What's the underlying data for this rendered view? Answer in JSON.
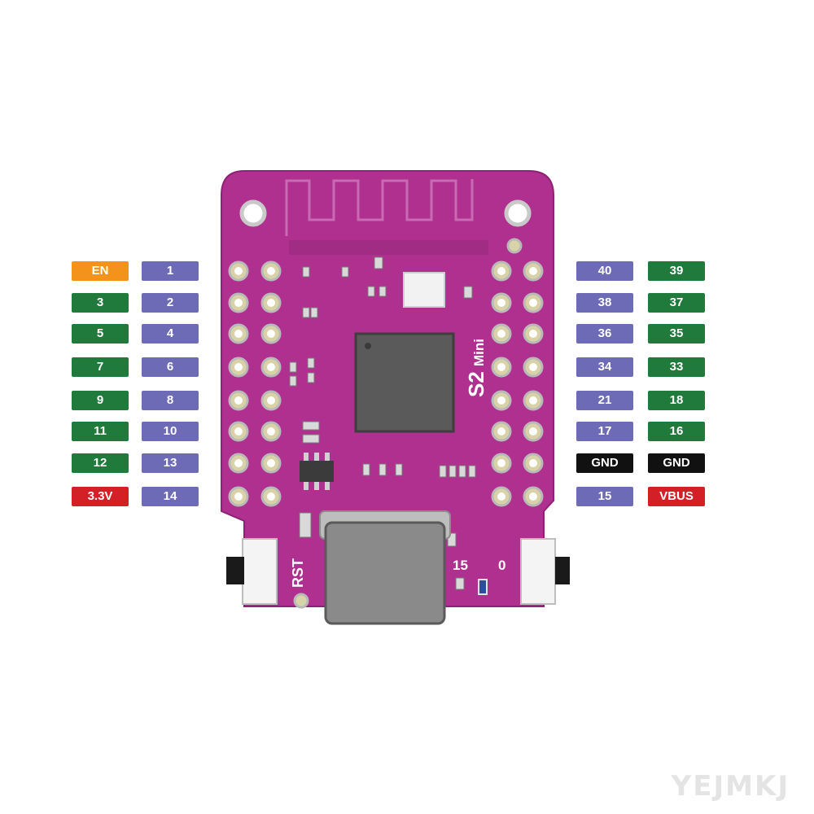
{
  "colors": {
    "gpio": "#6d6bb5",
    "control": "#1f7a3c",
    "en": "#f3931b",
    "power": "#d32026",
    "ground": "#111111",
    "pcb": "#b0308f",
    "pcb_edge": "#8e2176"
  },
  "board": {
    "silk_model": "S2",
    "silk_variant": "Mini",
    "reset_label": "RST",
    "led_label": "15",
    "boot_label": "0"
  },
  "left_outer": [
    {
      "text": "EN",
      "kind": "en"
    },
    {
      "text": "3",
      "kind": "control"
    },
    {
      "text": "5",
      "kind": "control"
    },
    {
      "text": "7",
      "kind": "control"
    },
    {
      "text": "9",
      "kind": "control"
    },
    {
      "text": "11",
      "kind": "control"
    },
    {
      "text": "12",
      "kind": "control"
    },
    {
      "text": "3.3V",
      "kind": "power"
    }
  ],
  "left_inner": [
    {
      "text": "1",
      "kind": "gpio"
    },
    {
      "text": "2",
      "kind": "gpio"
    },
    {
      "text": "4",
      "kind": "gpio"
    },
    {
      "text": "6",
      "kind": "gpio"
    },
    {
      "text": "8",
      "kind": "gpio"
    },
    {
      "text": "10",
      "kind": "gpio"
    },
    {
      "text": "13",
      "kind": "gpio"
    },
    {
      "text": "14",
      "kind": "gpio"
    }
  ],
  "right_inner": [
    {
      "text": "40",
      "kind": "gpio"
    },
    {
      "text": "38",
      "kind": "gpio"
    },
    {
      "text": "36",
      "kind": "gpio"
    },
    {
      "text": "34",
      "kind": "gpio"
    },
    {
      "text": "21",
      "kind": "gpio"
    },
    {
      "text": "17",
      "kind": "gpio"
    },
    {
      "text": "GND",
      "kind": "ground"
    },
    {
      "text": "15",
      "kind": "gpio"
    }
  ],
  "right_outer": [
    {
      "text": "39",
      "kind": "control"
    },
    {
      "text": "37",
      "kind": "control"
    },
    {
      "text": "35",
      "kind": "control"
    },
    {
      "text": "33",
      "kind": "control"
    },
    {
      "text": "18",
      "kind": "control"
    },
    {
      "text": "16",
      "kind": "control"
    },
    {
      "text": "GND",
      "kind": "ground"
    },
    {
      "text": "VBUS",
      "kind": "power"
    }
  ],
  "watermark": "YEJMKJ"
}
